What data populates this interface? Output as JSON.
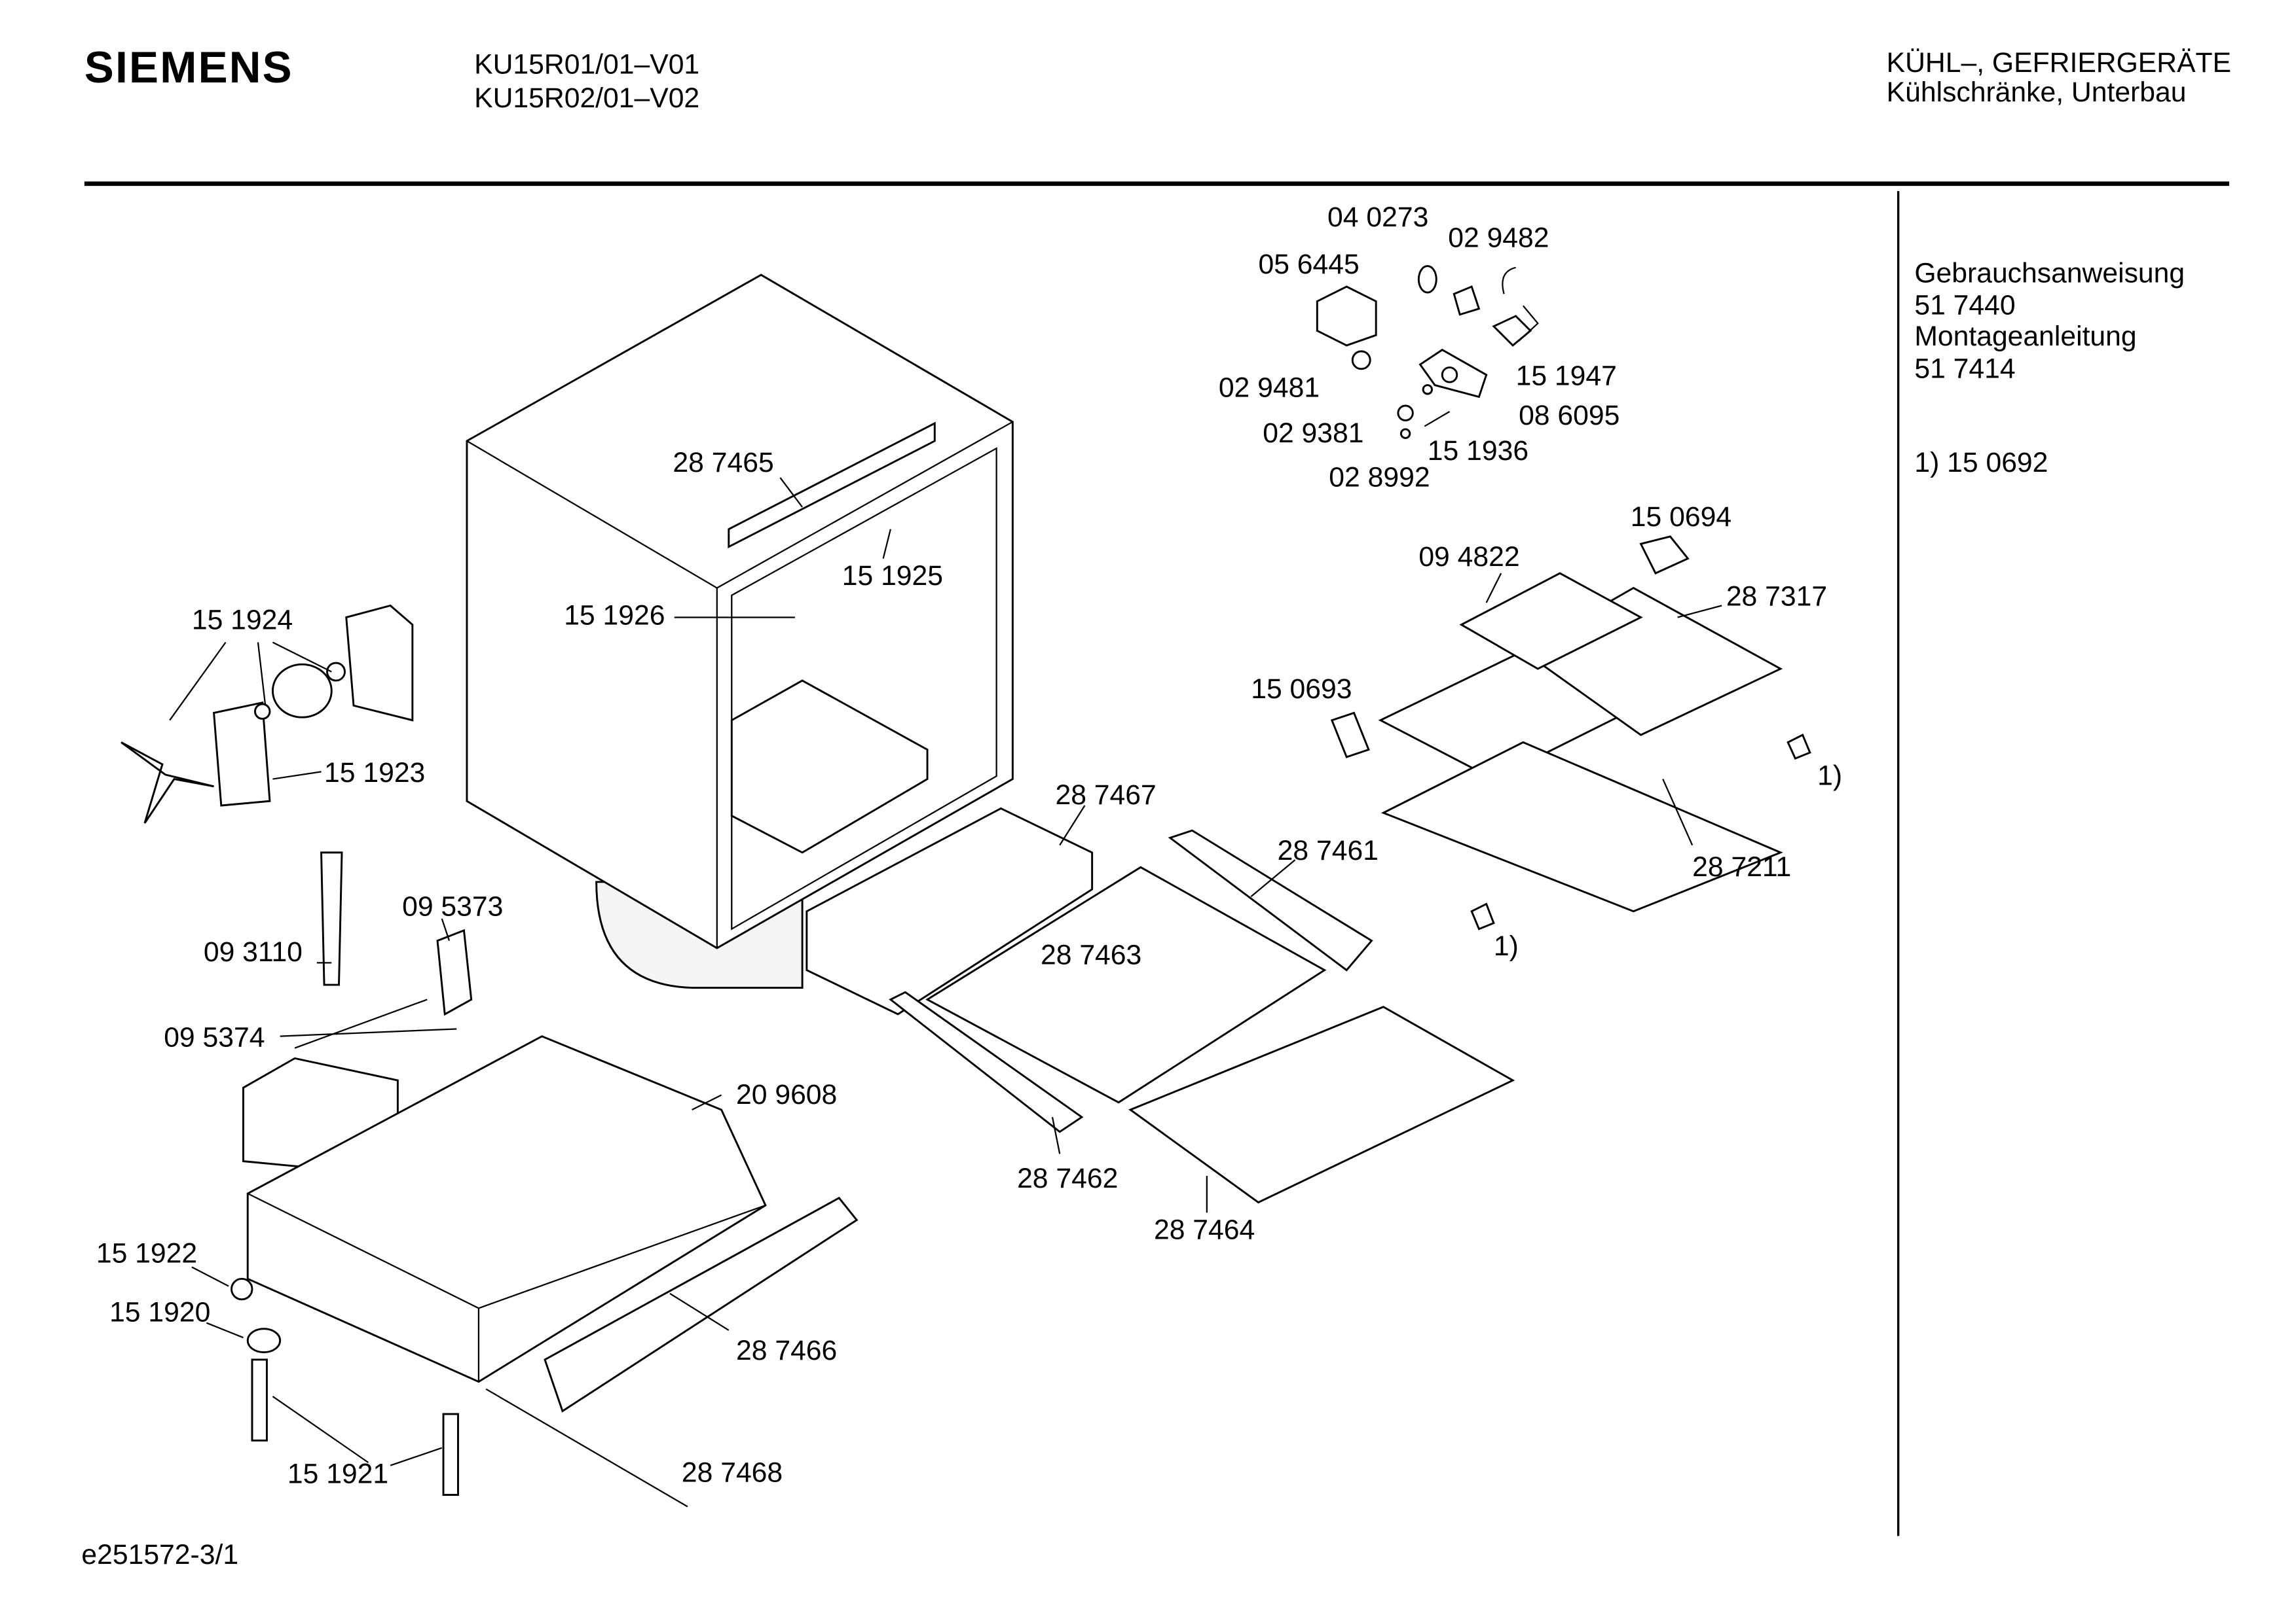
{
  "header": {
    "brand": "SIEMENS",
    "models": [
      "KU15R01/01–V01",
      "KU15R02/01–V02"
    ],
    "category": "KÜHL–, GEFRIERGERÄTE",
    "subcategory": "Kühlschränke, Unterbau"
  },
  "side_panel": {
    "items": [
      "Gebrauchsanweisung",
      "51 7440",
      "Montageanleitung",
      "51 7414"
    ],
    "note": "1) 15 0692"
  },
  "footer": {
    "doc_id": "e251572-3/1"
  },
  "parts": [
    "04 0273",
    "02 9482",
    "05 6445",
    "15 1947",
    "02 9481",
    "08 6095",
    "02 9381",
    "15 1936",
    "02 8992",
    "28 7465",
    "15 1925",
    "15 1926",
    "15 1924",
    "15 1923",
    "15 0694",
    "09 4822",
    "28 7317",
    "15 0693",
    "1)",
    "28 7467",
    "28 7461",
    "28 7211",
    "1)",
    "09 5373",
    "09 3110",
    "28 7463",
    "09 5374",
    "20 9608",
    "28 7462",
    "28 7464",
    "15 1922",
    "15 1920",
    "28 7466",
    "15 1921",
    "28 7468"
  ]
}
